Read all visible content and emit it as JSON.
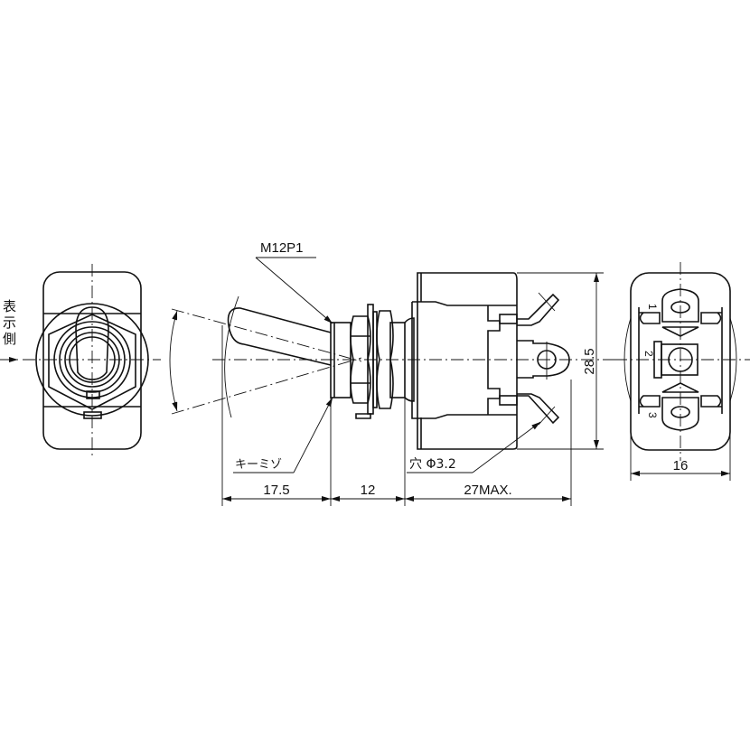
{
  "drawing": {
    "title": "Toggle switch dimension drawing",
    "views": {
      "front": {
        "side_label": "表示側",
        "side_label_chars": [
          "表",
          "示",
          "側"
        ]
      },
      "side": {
        "thread_label": "M12P1",
        "keyway_label": "キーミゾ",
        "hole_label": "穴 Φ3.2",
        "height_dim": "28.5",
        "dims": {
          "lever": "17.5",
          "bushing": "12",
          "body": "27MAX."
        }
      },
      "rear": {
        "terminals": [
          "1",
          "2",
          "3"
        ],
        "width_dim": "16"
      }
    },
    "colors": {
      "line": "#111111",
      "background": "#ffffff"
    }
  }
}
